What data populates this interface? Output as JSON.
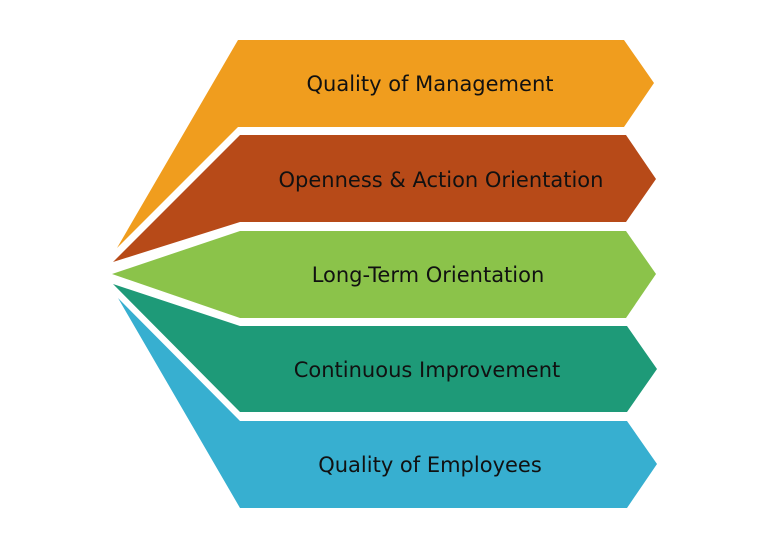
{
  "diagram": {
    "type": "converging-arrow-list",
    "items": [
      {
        "label": "Quality of Management",
        "color": "#F09D1E"
      },
      {
        "label": "Openness & Action Orientation",
        "color": "#B74A18"
      },
      {
        "label": "Long-Term Orientation",
        "color": "#8BC34A"
      },
      {
        "label": "Continuous Improvement",
        "color": "#1E9A78"
      },
      {
        "label": "Quality of Employees",
        "color": "#37AFD0"
      }
    ]
  }
}
